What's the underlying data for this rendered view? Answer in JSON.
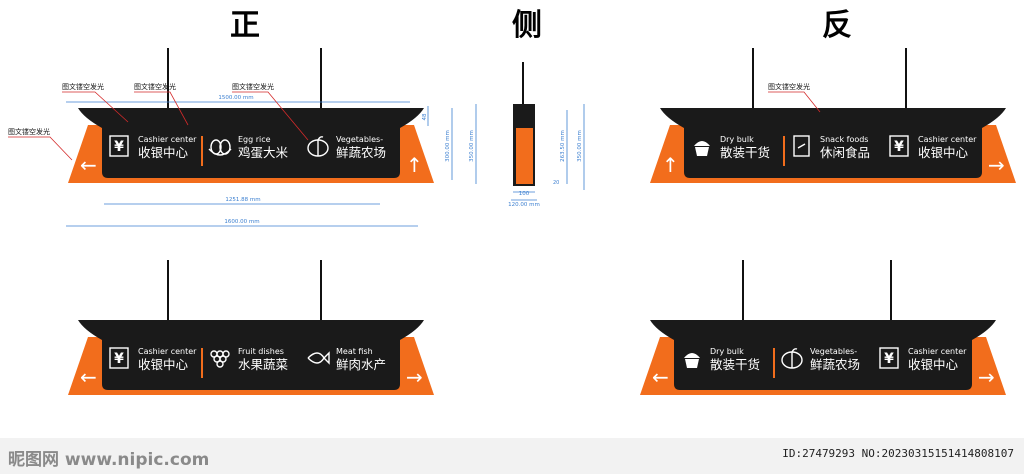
{
  "headings": {
    "front": "正",
    "side": "侧",
    "back": "反"
  },
  "callout": "图文镂空发光",
  "dims": {
    "top_width": "1500.00 mm",
    "inner_width": "1251.88 mm",
    "total_width": "1600.00 mm",
    "h_top": "48",
    "h_mid": "300.00 mm",
    "h_total": "350.00 mm",
    "side_h1": "263.50 mm",
    "side_h2": "350.00 mm",
    "side_w1": "100",
    "side_w2": "120.00 mm",
    "side_small": "20"
  },
  "items": {
    "cashier": {
      "en": "Cashier center",
      "cn": "收银中心",
      "icon": "yen-icon"
    },
    "egg": {
      "en": "Egg rice",
      "cn": "鸡蛋大米",
      "icon": "eggs-icon"
    },
    "veg": {
      "en": "Vegetables-",
      "cn": "鲜蔬农场",
      "icon": "pumpkin-icon"
    },
    "fruit": {
      "en": "Fruit dishes",
      "cn": "水果蔬菜",
      "icon": "grapes-icon"
    },
    "meat": {
      "en": "Meat fish",
      "cn": "鲜肉水产",
      "icon": "fish-icon"
    },
    "dry": {
      "en": "Dry bulk",
      "cn": "散装干货",
      "icon": "cupcake-icon"
    },
    "snack": {
      "en": "Snack foods",
      "cn": "休闲食品",
      "icon": "snack-bag-icon"
    }
  },
  "signs": [
    {
      "name": "front-sign-top",
      "slots": [
        "cashier",
        "egg",
        "veg"
      ],
      "arrows": [
        "←",
        "↑"
      ]
    },
    {
      "name": "back-sign-top",
      "slots": [
        "dry",
        "snack",
        "cashier"
      ],
      "arrows": [
        "↑",
        "→"
      ]
    },
    {
      "name": "front-sign-bottom",
      "slots": [
        "cashier",
        "fruit",
        "meat"
      ],
      "arrows": [
        "←",
        "→"
      ]
    },
    {
      "name": "back-sign-bottom",
      "slots": [
        "dry",
        "veg",
        "cashier"
      ],
      "arrows": [
        "←",
        "→"
      ]
    }
  ],
  "watermark": "昵图网 www.nipic.com",
  "image_id": "ID:27479293 NO:20230315151414808107",
  "colors": {
    "orange": "#f26d1c",
    "black": "#1a1a1a",
    "dim_blue": "#3b7fd0",
    "callout_red": "#d42a2a"
  }
}
